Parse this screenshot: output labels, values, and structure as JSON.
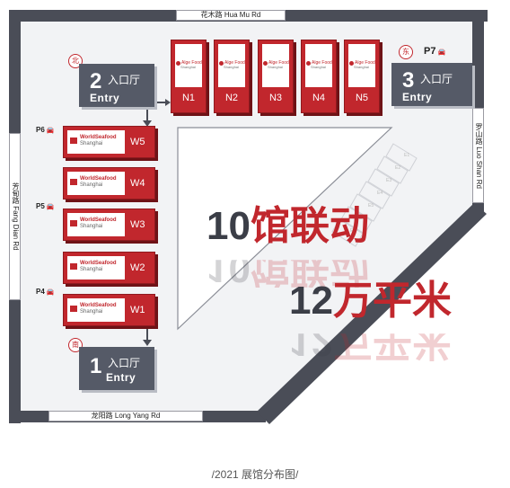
{
  "roads": {
    "north": "花木路 Hua Mu Rd",
    "south": "龙阳路 Long Yang Rd",
    "west": "芳甸路 Fang Dian Rd",
    "east": "罗山路 Luo Shan Rd"
  },
  "entries": [
    {
      "num": "2",
      "cn": "入口厅",
      "en": "Entry"
    },
    {
      "num": "3",
      "cn": "入口厅",
      "en": "Entry"
    },
    {
      "num": "1",
      "cn": "入口厅",
      "en": "Entry"
    }
  ],
  "compass": {
    "north": "北",
    "east": "东",
    "south": "南"
  },
  "parking": [
    "P7",
    "P6",
    "P5",
    "P4"
  ],
  "halls_north": {
    "brand": "Alge Food",
    "brand_sub": "Shanghai",
    "labels": [
      "N1",
      "N2",
      "N3",
      "N4",
      "N5"
    ]
  },
  "halls_west": {
    "brand": "WorldSeafood",
    "brand_sub": "Shanghai",
    "labels": [
      "W5",
      "W4",
      "W3",
      "W2",
      "W1"
    ]
  },
  "side_halls": [
    "E1",
    "E2",
    "E3",
    "E4",
    "E5",
    "E6",
    "E7"
  ],
  "slogan": {
    "line1_num": "10",
    "line1_text": "馆联动",
    "line2_num": "12",
    "line2_text": "万平米"
  },
  "caption": "/2021 展馆分布图/",
  "colors": {
    "hall_red": "#c1272d",
    "entry_gray": "#555a67",
    "road": "#4a4d57"
  }
}
